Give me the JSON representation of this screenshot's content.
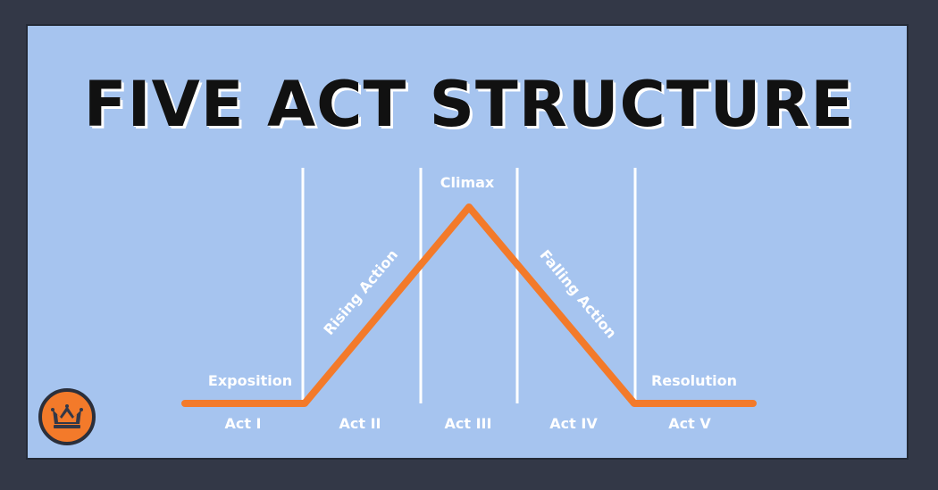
{
  "title": "FIVE ACT STRUCTURE",
  "colors": {
    "frame": "#333847",
    "background": "#a6c4ef",
    "line": "#f37a2a",
    "divider": "#ffffff",
    "title_text": "#111111"
  },
  "curve_labels": {
    "exposition": "Exposition",
    "rising_action": "Rising Action",
    "climax": "Climax",
    "falling_action": "Falling Action",
    "resolution": "Resolution"
  },
  "acts": [
    "Act I",
    "Act II",
    "Act III",
    "Act IV",
    "Act V"
  ],
  "logo_icon": "crown-icon"
}
